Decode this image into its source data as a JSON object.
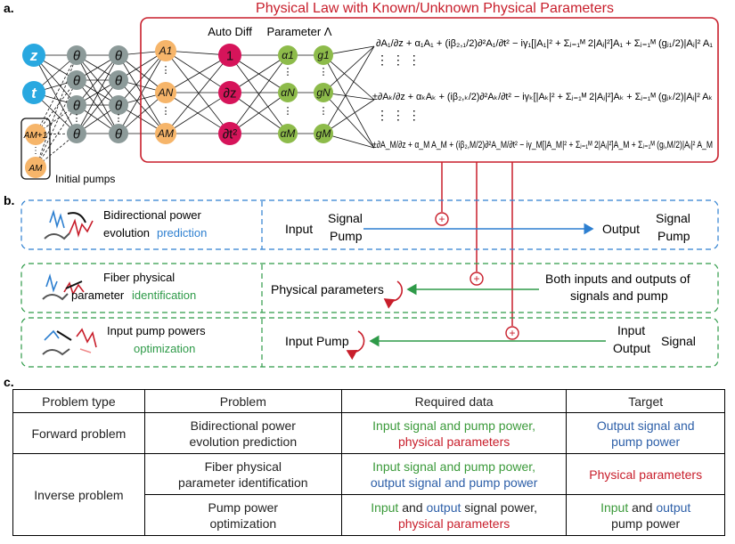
{
  "panel_a": {
    "label": "a.",
    "box_title": "Physical Law with Known/Unknown Physical Parameters",
    "auto_diff": "Auto Diff",
    "parameter": "Parameter Λ",
    "inputs": [
      "z",
      "t"
    ],
    "theta": "θ",
    "a_nodes": [
      "A1",
      "AN",
      "AM"
    ],
    "pump_nodes": [
      "AM+1",
      "AM"
    ],
    "initial_pumps": "Initial pumps",
    "diff_nodes": [
      "1",
      "∂z",
      "∂t²"
    ],
    "alpha_nodes": [
      "α1",
      "αN",
      "αM"
    ],
    "g_nodes": [
      "g1",
      "gN",
      "gM"
    ],
    "equations": [
      "∂A₁/∂z + α₁A₁ + (iβ₂,₁/2)∂²A₁/∂t² − iγ₁[|A₁|² + Σⱼ₌₁ᴹ 2|Aⱼ|²]A₁ + Σⱼ₌₁ᴹ (gⱼ₁/2)|Aⱼ|² A₁",
      "±∂Aₖ/∂z + αₖAₖ + (iβ₂,ₖ/2)∂²Aₖ/∂t² − iγₖ[|Aₖ|² + Σⱼ₌₁ᴹ 2|Aⱼ|²]Aₖ + Σⱼ₌₁ᴹ (gⱼₖ/2)|Aⱼ|² Aₖ",
      "±∂A_M/∂z + α_M A_M + (iβ₂,M/2)∂²A_M/∂t² − iγ_M[|A_M|² + Σⱼ₌₁ᴹ 2|Aⱼ|²]A_M + Σⱼ₌₁ᴹ (gⱼ,M/2)|Aⱼ|² A_M"
    ]
  },
  "panel_b": {
    "label": "b.",
    "rows": [
      {
        "title": "Bidirectional power",
        "subtitle": "evolution",
        "highlight": "prediction",
        "left": "Input",
        "mid_top": "Signal",
        "mid_bottom": "Pump",
        "right": "Output",
        "right_top": "Signal",
        "right_bottom": "Pump"
      },
      {
        "title": "Fiber physical",
        "subtitle": "parameter",
        "highlight": "identification",
        "left": "Physical parameters",
        "right_top": "Both inputs and outputs of",
        "right_bottom": "signals and pump"
      },
      {
        "title": "Input pump powers",
        "highlight": "optimization",
        "left": "Input Pump",
        "right_top": "Input",
        "right_bottom": "Output",
        "right_side": "Signal"
      }
    ],
    "plus": "+"
  },
  "panel_c": {
    "label": "c.",
    "headers": [
      "Problem type",
      "Problem",
      "Required data",
      "Target"
    ],
    "forward": {
      "type": "Forward problem",
      "problem": [
        "Bidirectional power",
        "evolution prediction"
      ],
      "data_green": "Input signal and pump power,",
      "data_red": "physical parameters",
      "target": [
        "Output signal and",
        "pump power"
      ]
    },
    "inverse": {
      "type": "Inverse problem",
      "row1": {
        "problem": [
          "Fiber physical",
          "parameter identification"
        ],
        "data_green": "Input signal and pump power,",
        "data_blue": "output signal and pump power",
        "target": "Physical parameters"
      },
      "row2": {
        "problem": [
          "Pump power",
          "optimization"
        ],
        "data_green1": "Input",
        "data_mid1": "and",
        "data_blue1": "output",
        "data_tail1": "signal power,",
        "data_red": "physical parameters",
        "target_green": "Input",
        "target_mid": "and",
        "target_blue": "output",
        "target_tail": "pump power"
      }
    }
  },
  "colors": {
    "blue_node": "#29a8e0",
    "grey_node": "#8c9a99",
    "orange_node": "#f6b56a",
    "magenta_node": "#d6145a",
    "green_node": "#8dbb4a",
    "red": "#c81e2b",
    "blue": "#2d5fa8",
    "green": "#3b9a3a"
  }
}
